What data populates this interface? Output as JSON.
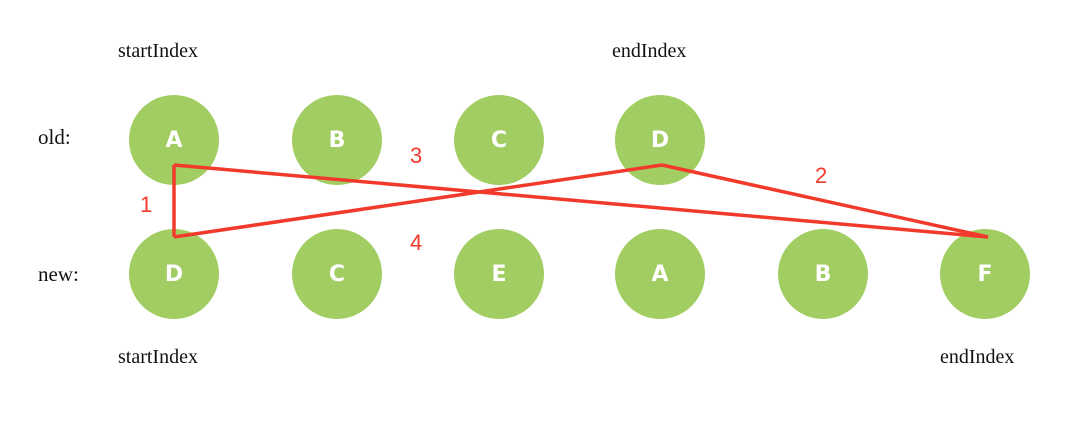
{
  "labels": {
    "old_row": "old:",
    "new_row": "new:",
    "old_start": "startIndex",
    "old_end": "endIndex",
    "new_start": "startIndex",
    "new_end": "endIndex"
  },
  "old_nodes": [
    "A",
    "B",
    "C",
    "D"
  ],
  "new_nodes": [
    "D",
    "C",
    "E",
    "A",
    "B",
    "F"
  ],
  "steps": [
    "1",
    "2",
    "3",
    "4"
  ],
  "colors": {
    "node_fill": "#a1cd62",
    "node_text": "#ffffff",
    "connector": "#f23a2c"
  }
}
